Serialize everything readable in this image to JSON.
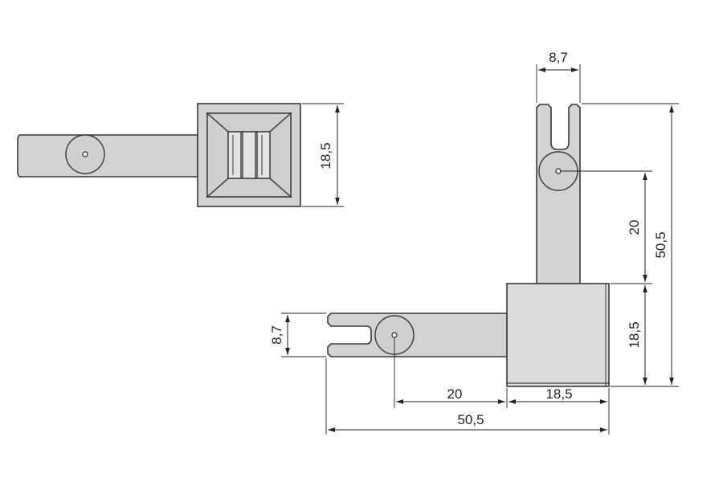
{
  "dimensions": {
    "top_view_height": "18,5",
    "top_width": "8,7",
    "right_total_height": "50,5",
    "right_hole_offset": "20",
    "right_block_height": "18,5",
    "left_arm_width": "8,7",
    "bottom_hole_offset": "20",
    "bottom_block_width": "18,5",
    "bottom_total_width": "50,5"
  }
}
